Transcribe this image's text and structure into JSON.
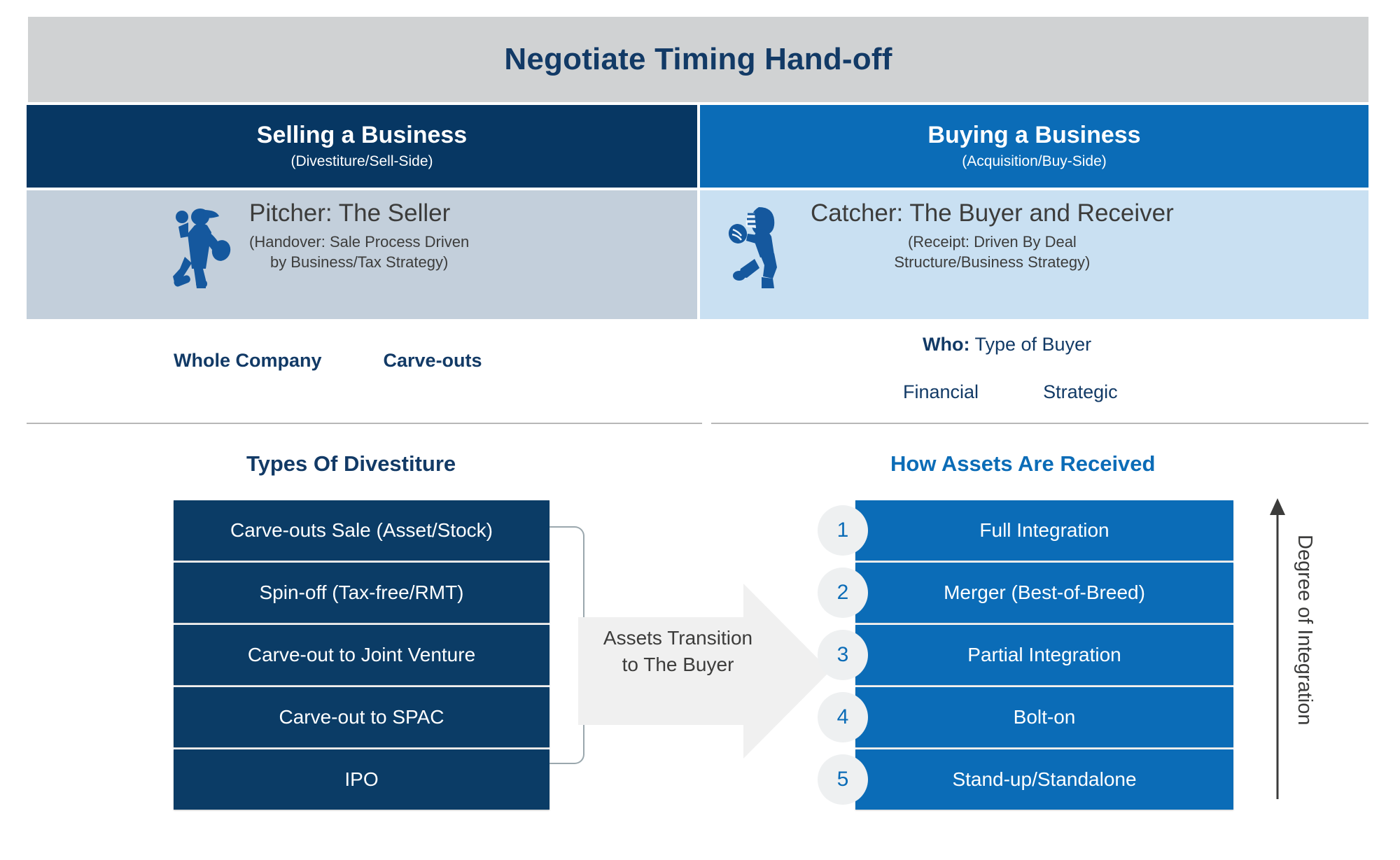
{
  "title": "Negotiate Timing Hand-off",
  "columns": {
    "left": {
      "heading": "Selling a Business",
      "subheading": "(Divestiture/Sell-Side)",
      "role_title": "Pitcher: The Seller",
      "role_sub_line1": "(Handover: Sale Process Driven",
      "role_sub_line2": "by Business/Tax Strategy)",
      "role_icon": "baseball-pitcher-icon"
    },
    "right": {
      "heading": "Buying a Business",
      "subheading": "(Acquisition/Buy-Side)",
      "role_title": "Catcher: The Buyer and Receiver",
      "role_sub_line1": "(Receipt: Driven By Deal",
      "role_sub_line2": "Structure/Business Strategy)",
      "role_icon": "baseball-catcher-icon"
    }
  },
  "mid": {
    "left_scope": [
      "Whole Company",
      "Carve-outs"
    ],
    "who_label": "Who:",
    "who_value": " Type of Buyer",
    "buyer_types": [
      "Financial",
      "Strategic"
    ]
  },
  "sections": {
    "left_heading": "Types Of Divestiture",
    "right_heading": "How Assets Are Received"
  },
  "divestiture_types": [
    "Carve-outs Sale (Asset/Stock)",
    "Spin-off (Tax-free/RMT)",
    "Carve-out to Joint Venture",
    "Carve-out to SPAC",
    "IPO"
  ],
  "assets_received": [
    {
      "num": "1",
      "label": "Full Integration"
    },
    {
      "num": "2",
      "label": "Merger (Best-of-Breed)"
    },
    {
      "num": "3",
      "label": "Partial Integration"
    },
    {
      "num": "4",
      "label": "Bolt-on"
    },
    {
      "num": "5",
      "label": "Stand-up/Standalone"
    }
  ],
  "transition": {
    "line1": "Assets Transition",
    "line2": "to The Buyer"
  },
  "axis": {
    "degree_label": "Degree of Integration"
  },
  "colors": {
    "title_band": "#d0d2d3",
    "navy": "#073763",
    "blue": "#0b6cb7",
    "light_navy_panel": "#c3cfdb",
    "light_blue_panel": "#c9e0f2",
    "bar_navy": "#0b3c66",
    "text_navy": "#123a66",
    "arrow_gray": "#f0f0f0",
    "circle_gray": "#eef0f1"
  }
}
